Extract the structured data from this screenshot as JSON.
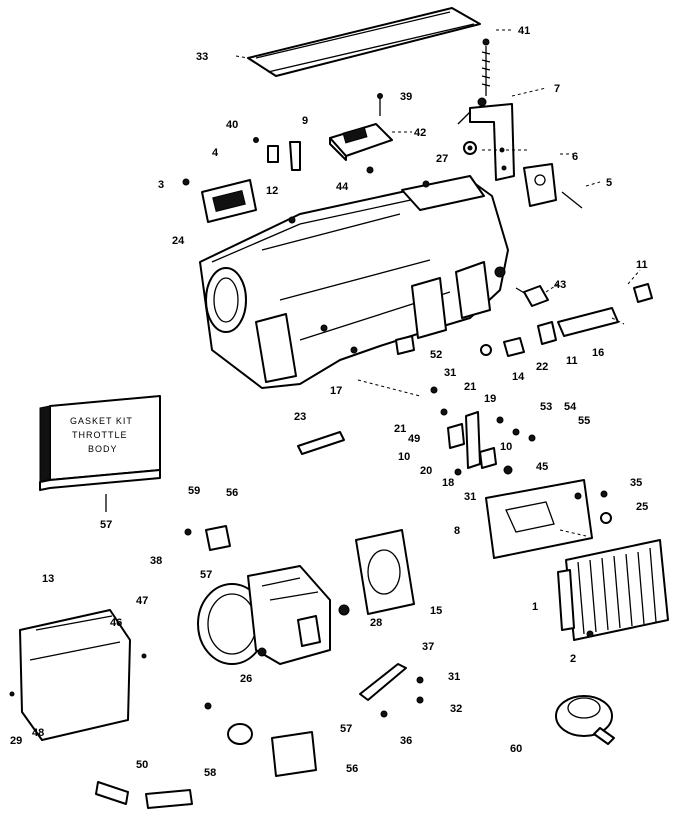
{
  "diagram": {
    "callouts": [
      {
        "id": "c33",
        "text": "33"
      },
      {
        "id": "c41",
        "text": "41"
      },
      {
        "id": "c7",
        "text": "7"
      },
      {
        "id": "c39",
        "text": "39"
      },
      {
        "id": "c40",
        "text": "40"
      },
      {
        "id": "c9",
        "text": "9"
      },
      {
        "id": "c42",
        "text": "42"
      },
      {
        "id": "c4",
        "text": "4"
      },
      {
        "id": "c27",
        "text": "27"
      },
      {
        "id": "c6",
        "text": "6"
      },
      {
        "id": "c3",
        "text": "3"
      },
      {
        "id": "c12",
        "text": "12"
      },
      {
        "id": "c44",
        "text": "44"
      },
      {
        "id": "c5",
        "text": "5"
      },
      {
        "id": "c24",
        "text": "24"
      },
      {
        "id": "c11a",
        "text": "11"
      },
      {
        "id": "c43",
        "text": "43"
      },
      {
        "id": "c52",
        "text": "52"
      },
      {
        "id": "c22",
        "text": "22"
      },
      {
        "id": "c11b",
        "text": "11"
      },
      {
        "id": "c16",
        "text": "16"
      },
      {
        "id": "c31a",
        "text": "31"
      },
      {
        "id": "c14",
        "text": "14"
      },
      {
        "id": "c17",
        "text": "17"
      },
      {
        "id": "c21a",
        "text": "21"
      },
      {
        "id": "c19",
        "text": "19"
      },
      {
        "id": "c53",
        "text": "53"
      },
      {
        "id": "c54",
        "text": "54"
      },
      {
        "id": "c55",
        "text": "55"
      },
      {
        "id": "c23",
        "text": "23"
      },
      {
        "id": "c21b",
        "text": "21"
      },
      {
        "id": "c49",
        "text": "49"
      },
      {
        "id": "c10a",
        "text": "10"
      },
      {
        "id": "c10b",
        "text": "10"
      },
      {
        "id": "c20",
        "text": "20"
      },
      {
        "id": "c18",
        "text": "18"
      },
      {
        "id": "c45",
        "text": "45"
      },
      {
        "id": "c35",
        "text": "35"
      },
      {
        "id": "c31b",
        "text": "31"
      },
      {
        "id": "c25",
        "text": "25"
      },
      {
        "id": "c59",
        "text": "59"
      },
      {
        "id": "c56a",
        "text": "56"
      },
      {
        "id": "c8",
        "text": "8"
      },
      {
        "id": "c57a",
        "text": "57"
      },
      {
        "id": "c38",
        "text": "38"
      },
      {
        "id": "c13",
        "text": "13"
      },
      {
        "id": "c57b",
        "text": "57"
      },
      {
        "id": "c47",
        "text": "47"
      },
      {
        "id": "c46",
        "text": "46"
      },
      {
        "id": "c15",
        "text": "15"
      },
      {
        "id": "c1",
        "text": "1"
      },
      {
        "id": "c28",
        "text": "28"
      },
      {
        "id": "c2",
        "text": "2"
      },
      {
        "id": "c37",
        "text": "37"
      },
      {
        "id": "c26",
        "text": "26"
      },
      {
        "id": "c31c",
        "text": "31"
      },
      {
        "id": "c32",
        "text": "32"
      },
      {
        "id": "c29",
        "text": "29"
      },
      {
        "id": "c48",
        "text": "48"
      },
      {
        "id": "c57c",
        "text": "57"
      },
      {
        "id": "c36",
        "text": "36"
      },
      {
        "id": "c60",
        "text": "60"
      },
      {
        "id": "c50",
        "text": "50"
      },
      {
        "id": "c58",
        "text": "58"
      },
      {
        "id": "c56b",
        "text": "56"
      }
    ],
    "gasket_kit_box": {
      "line1": "GASKET KIT",
      "line2": "THROTTLE",
      "line3": "BODY"
    }
  }
}
